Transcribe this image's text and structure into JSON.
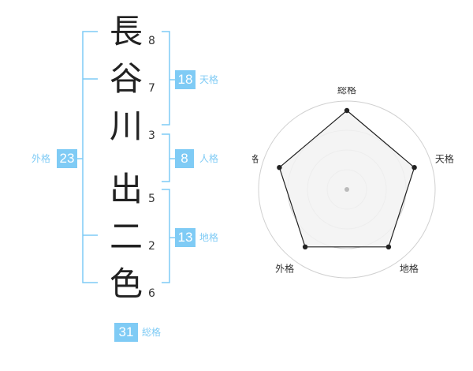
{
  "name_chars": [
    {
      "char": "長",
      "strokes": "8"
    },
    {
      "char": "谷",
      "strokes": "7"
    },
    {
      "char": "川",
      "strokes": "3"
    },
    {
      "char": "出",
      "strokes": "5"
    },
    {
      "char": "二",
      "strokes": "2"
    },
    {
      "char": "色",
      "strokes": "6"
    }
  ],
  "fortunes": {
    "tenkaku": {
      "value": "18",
      "label": "天格"
    },
    "jinkaku": {
      "value": "8",
      "label": "人格"
    },
    "chikaku": {
      "value": "13",
      "label": "地格"
    },
    "gaikaku": {
      "value": "23",
      "label": "外格"
    },
    "soukaku": {
      "value": "31",
      "label": "総格"
    }
  },
  "chart_data": {
    "type": "radar",
    "axes": [
      "総格",
      "天格",
      "地格",
      "外格",
      "人格"
    ],
    "values": [
      1.0,
      0.9,
      0.9,
      0.9,
      0.9
    ],
    "max": 1,
    "rings": 4,
    "colors": {
      "fill": "#f2f2f2",
      "stroke": "#222222",
      "grid": "#d0d0d0",
      "center": "#bbbbbb"
    }
  },
  "colors": {
    "accent": "#7fcbf5",
    "text": "#222222"
  }
}
